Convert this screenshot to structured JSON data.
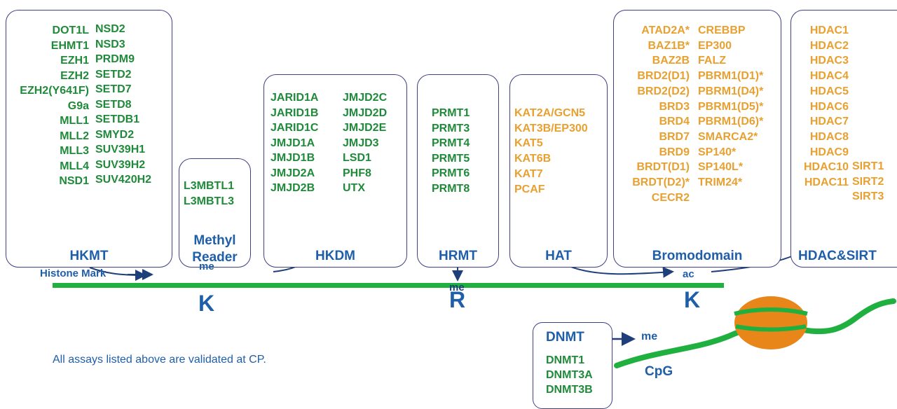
{
  "hkmt": {
    "title": "HKMT",
    "left": [
      "DOT1L",
      "EHMT1",
      "EZH1",
      "EZH2",
      "EZH2(Y641F)",
      "G9a",
      "MLL1",
      "MLL2",
      "MLL3",
      "MLL4",
      "NSD1"
    ],
    "right": [
      "NSD2",
      "NSD3",
      "PRDM9",
      "SETD2",
      "SETD7",
      "SETD8",
      "SETDB1",
      "SMYD2",
      "SUV39H1",
      "SUV39H2",
      "SUV420H2"
    ]
  },
  "methyl_reader": {
    "title_line1": "Methyl",
    "title_line2": "Reader",
    "items": [
      "L3MBTL1",
      "L3MBTL3"
    ]
  },
  "hkdm": {
    "title": "HKDM",
    "left": [
      "JARID1A",
      "JARID1B",
      "JARID1C",
      "JMJD1A",
      "JMJD1B",
      "JMJD2A",
      "JMJD2B"
    ],
    "right": [
      "JMJD2C",
      "JMJD2D",
      "JMJD2E",
      "JMJD3",
      "LSD1",
      "PHF8",
      "UTX"
    ]
  },
  "hrmt": {
    "title": "HRMT",
    "items": [
      "PRMT1",
      "PRMT3",
      "PRMT4",
      "PRMT5",
      "PRMT6",
      "PRMT8"
    ]
  },
  "hat": {
    "title": "HAT",
    "items": [
      "KAT2A/GCN5",
      "KAT3B/EP300",
      "KAT5",
      "KAT6B",
      "KAT7",
      "PCAF"
    ]
  },
  "bromodomain": {
    "title": "Bromodomain",
    "left": [
      "ATAD2A*",
      "BAZ1B*",
      "BAZ2B",
      "BRD2(D1)",
      "BRD2(D2)",
      "BRD3",
      "BRD4",
      "BRD7",
      "BRD9",
      "BRDT(D1)",
      "BRDT(D2)*",
      "CECR2"
    ],
    "right": [
      "CREBBP",
      "EP300",
      "FALZ",
      "PBRM1(D1)*",
      "PBRM1(D4)*",
      "PBRM1(D5)*",
      "PBRM1(D6)*",
      "SMARCA2*",
      "SP140*",
      "SP140L*",
      "TRIM24*"
    ]
  },
  "hdac_sirt": {
    "title": "HDAC&SIRT",
    "left": [
      "HDAC1",
      "HDAC2",
      "HDAC3",
      "HDAC4",
      "HDAC5",
      "HDAC6",
      "HDAC7",
      "HDAC8",
      "HDAC9",
      "HDAC10",
      "HDAC11"
    ],
    "right": [
      "SIRT1",
      "SIRT2",
      "SIRT3"
    ]
  },
  "dnmt": {
    "title": "DNMT",
    "items": [
      "DNMT1",
      "DNMT3A",
      "DNMT3B"
    ]
  },
  "labels": {
    "histone_mark": "Histone Mark",
    "k1": "K",
    "r": "R",
    "k2": "K",
    "me_reader": "me",
    "me_hrmt": "me",
    "ac": "ac",
    "me_dnmt": "me",
    "cpg": "CpG",
    "footnote": "All assays listed above are validated at CP."
  },
  "colors": {
    "green_text": "#1f8a3a",
    "orange_text": "#e8a030",
    "blue_title": "#1f5ea8",
    "box_border": "#3f3f84",
    "dna_green": "#20b040",
    "nucleosome": "#e8861a",
    "reader_purple": "#5a3a9a"
  }
}
